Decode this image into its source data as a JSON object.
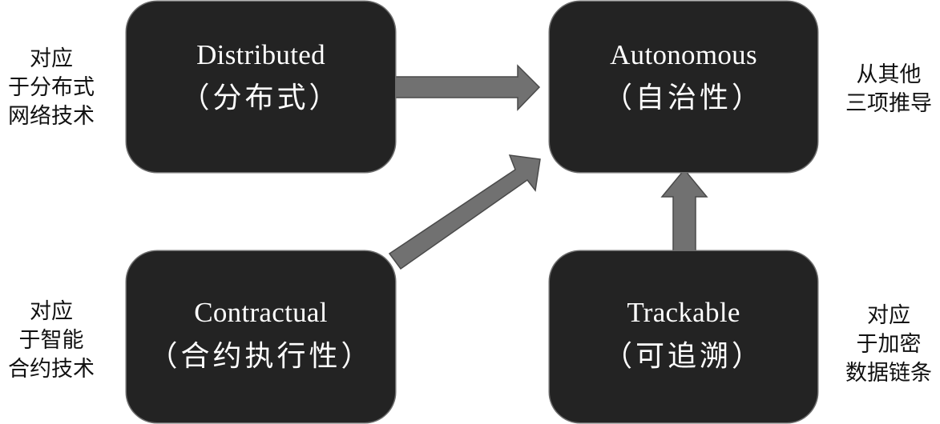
{
  "diagram": {
    "nodes": [
      {
        "id": "distributed",
        "label_en": "Distributed",
        "label_zh": "（分布式）",
        "note": [
          "对应",
          "于分布式",
          "网络技术"
        ]
      },
      {
        "id": "autonomous",
        "label_en": "Autonomous",
        "label_zh": "（自治性）",
        "note": [
          "从其他",
          "三项推导"
        ]
      },
      {
        "id": "contractual",
        "label_en": "Contractual",
        "label_zh": "（合约执行性）",
        "note": [
          "对应",
          "于智能",
          "合约技术"
        ]
      },
      {
        "id": "trackable",
        "label_en": "Trackable",
        "label_zh": "（可追溯）",
        "note": [
          "对应",
          "于加密",
          "数据链条"
        ]
      }
    ],
    "edges": [
      {
        "from": "distributed",
        "to": "autonomous"
      },
      {
        "from": "contractual",
        "to": "autonomous"
      },
      {
        "from": "trackable",
        "to": "autonomous"
      }
    ],
    "colors": {
      "box_fill": "#232323",
      "box_text": "#ffffff",
      "arrow_fill": "#717171",
      "note_text": "#111111"
    }
  }
}
